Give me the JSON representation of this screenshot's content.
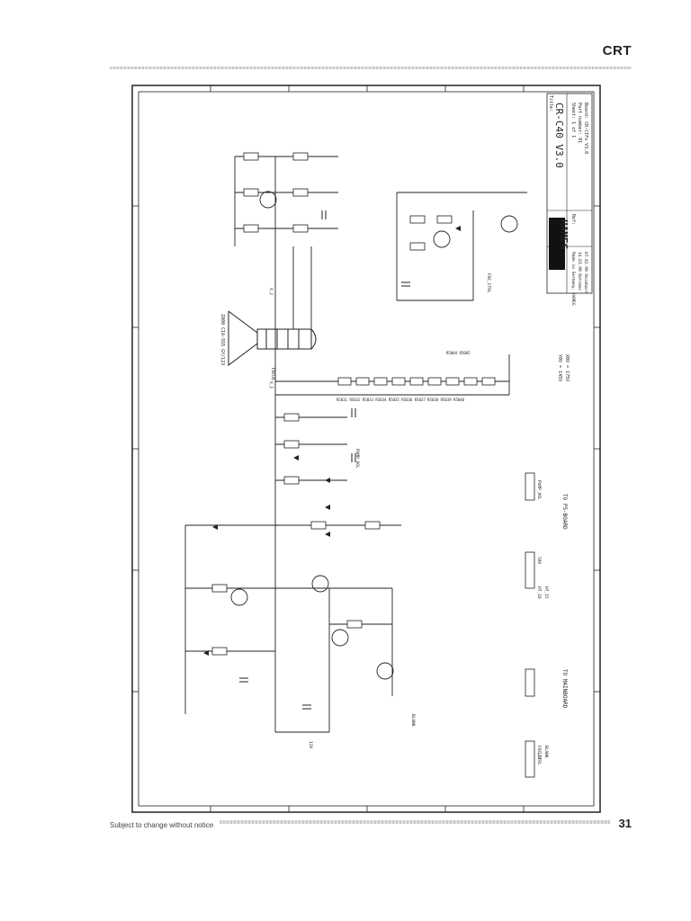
{
  "page": {
    "title": "CRT",
    "footer_note": "Subject to change without notice",
    "page_number": "31"
  },
  "title_block": {
    "title_label": "Title:",
    "title": "CR-C40 V3.0",
    "ref": "Ref:",
    "sheet": "Sheet: 1 of 1",
    "part_number": "Part number: 01",
    "board": "Board: CR-CIFx V3.0",
    "made_in": "Made in Germany, HAMEG",
    "author": "14.01.99 Dettmer",
    "date": "07.02.99 Reinhart",
    "logo": "HAMEG"
  },
  "connectors": {
    "to_ps_board": "TO PS-BOARD",
    "to_mainboard": "TO MAINBOARD"
  },
  "notes": {
    "voltage_1": "Y0V = 145V",
    "voltage_2": "X0V = 175V"
  },
  "components": {
    "crt": "Z800 CIA-555 GY/123",
    "focus": "FOCUS",
    "pump_vol": "PUMP_VOL",
    "pump_vol_2": "PUMP_VOL",
    "foc_ctrl": "FOC_CTRL",
    "foc_ctrl_2": "FOC_CTRL",
    "blank": "BLANK",
    "blank_2": "BLANK",
    "x_1": "X_1",
    "x_2": "X_2",
    "v12": "12V",
    "v12_2": "12V",
    "v58": "58V",
    "ht_10": "HT_10",
    "ht_15": "HT_15",
    "r_big": "R5004 R5005",
    "c_row": "R5031 R5032 R5033 R5034 R5035 R5036 R5037 R5038 R5039 R5040"
  }
}
